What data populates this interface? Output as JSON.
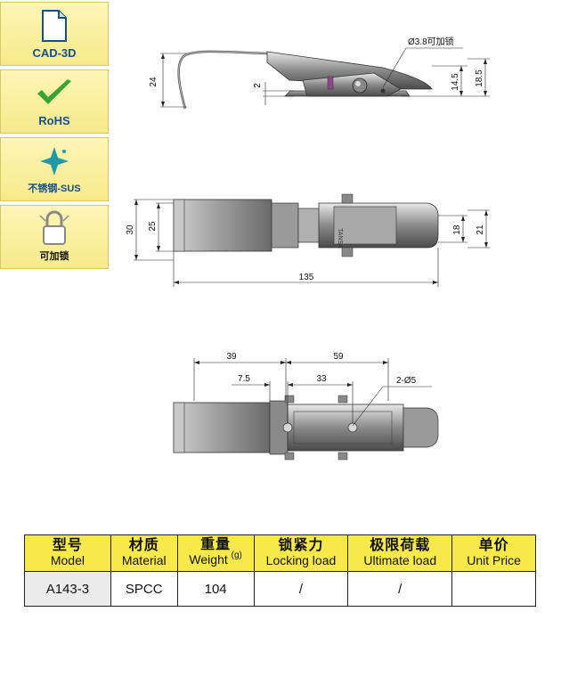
{
  "badges": [
    {
      "label": "CAD-3D",
      "icon": "document-icon"
    },
    {
      "label": "RoHS",
      "icon": "checkmark-icon"
    },
    {
      "label": "不锈钢-SUS",
      "icon": "sparkle-icon"
    },
    {
      "label": "可加锁",
      "icon": "padlock-icon"
    }
  ],
  "drawing": {
    "side_view": {
      "dims": {
        "height_total": "24",
        "offset": "2",
        "hole_note": "Ø3.8可加锁",
        "h_14_5": "14.5",
        "h_18_5": "18.5"
      }
    },
    "top_view": {
      "dims": {
        "d30": "30",
        "d25": "25",
        "d135": "135",
        "d18": "18",
        "d21": "21"
      },
      "stamp": "TANSA"
    },
    "bottom_view": {
      "dims": {
        "d39": "39",
        "d59": "59",
        "d7_5": "7.5",
        "d33": "33",
        "holes": "2-Ø5"
      }
    }
  },
  "table": {
    "headers": [
      {
        "cn": "型号",
        "en": "Model"
      },
      {
        "cn": "材质",
        "en": "Material"
      },
      {
        "cn": "重量",
        "en": "Weight",
        "unit": "(g)"
      },
      {
        "cn": "锁紧力",
        "en": "Locking load"
      },
      {
        "cn": "极限荷载",
        "en": "Ultimate load"
      },
      {
        "cn": "单价",
        "en": "Unit Price"
      }
    ],
    "row": [
      "A143-3",
      "SPCC",
      "104",
      "/",
      "/",
      ""
    ]
  },
  "colors": {
    "badge_bg": "#f7e98a",
    "header_bg": "#f7e94a",
    "badge_text": "#15508a",
    "rohs_green": "#3aa335"
  }
}
